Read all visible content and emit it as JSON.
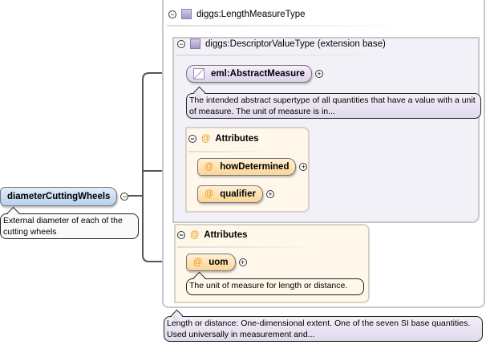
{
  "type_box": {
    "title": "diggs:LengthMeasureType",
    "toggle": "−",
    "documentation": "Length or distance: One-dimensional extent. One of the seven SI base quantities. Used universally in measurement and..."
  },
  "base_box": {
    "title": "diggs:DescriptorValueType (extension base)",
    "toggle": "−"
  },
  "abstract_element": {
    "name": "eml:AbstractMeasure",
    "documentation": "The intended abstract supertype of all quantities that have a value with a unit of measure. The unit of measure is in..."
  },
  "attributes_base": {
    "title": "Attributes",
    "items": [
      {
        "name": "howDetermined"
      },
      {
        "name": "qualifier"
      }
    ]
  },
  "attributes_ext": {
    "title": "Attributes",
    "items": [
      {
        "name": "uom",
        "documentation": "The unit of measure for length or distance."
      }
    ]
  },
  "root_element": {
    "name": "diameterCuttingWheels",
    "documentation": "External diameter of each of the cutting wheels"
  },
  "symbols": {
    "at": "@",
    "plus": "+",
    "minus": "−"
  },
  "colors": {
    "element": "#c9dcf4",
    "attribute": "#fcd694",
    "abstract": "#e4daf0",
    "type": "#f3f1f8"
  }
}
